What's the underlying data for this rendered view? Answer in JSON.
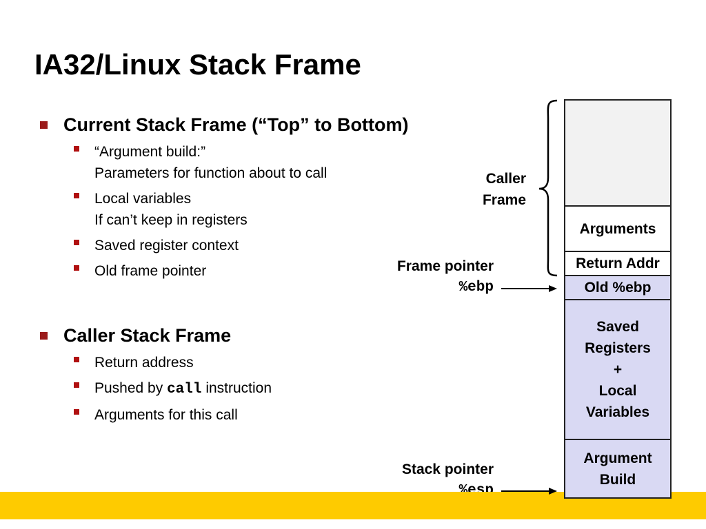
{
  "slide": {
    "title": "IA32/Linux Stack Frame"
  },
  "sections": [
    {
      "heading": "Current Stack Frame (“Top” to Bottom)",
      "items": [
        {
          "line1": "“Argument build:”",
          "line2": "Parameters for function about to call"
        },
        {
          "line1": "Local variables",
          "line2": "If can’t keep in registers"
        },
        {
          "line1": "Saved register context"
        },
        {
          "line1": "Old frame pointer"
        }
      ]
    },
    {
      "heading": "Caller Stack Frame",
      "items": [
        {
          "line1": "Return address"
        },
        {
          "pre": "Pushed by ",
          "code": "call",
          "post": " instruction"
        },
        {
          "line1": "Arguments for this call"
        }
      ]
    }
  ],
  "diagram": {
    "caller_frame_label": [
      "Caller",
      "Frame"
    ],
    "frame_pointer": {
      "label": "Frame pointer",
      "register": "%ebp"
    },
    "stack_pointer": {
      "label": "Stack pointer",
      "register": "%esp"
    },
    "cells": [
      {
        "lines": [
          ""
        ],
        "fill": "#f2f2f2"
      },
      {
        "lines": [
          "Arguments"
        ],
        "fill": "#ffffff"
      },
      {
        "lines": [
          "Return Addr"
        ],
        "fill": "#ffffff"
      },
      {
        "lines": [
          "Old %ebp"
        ],
        "fill": "#d9d9f3"
      },
      {
        "lines": [
          "Saved",
          "Registers",
          "+",
          "Local",
          "Variables"
        ],
        "fill": "#d9d9f3"
      },
      {
        "lines": [
          "Argument",
          "Build"
        ],
        "fill": "#d9d9f3"
      }
    ]
  },
  "colors": {
    "accent_band": "#fecb00",
    "bullet": "#9b1b1b",
    "current_frame_fill": "#d9d9f3",
    "caller_frame_fill": "#f2f2f2"
  }
}
